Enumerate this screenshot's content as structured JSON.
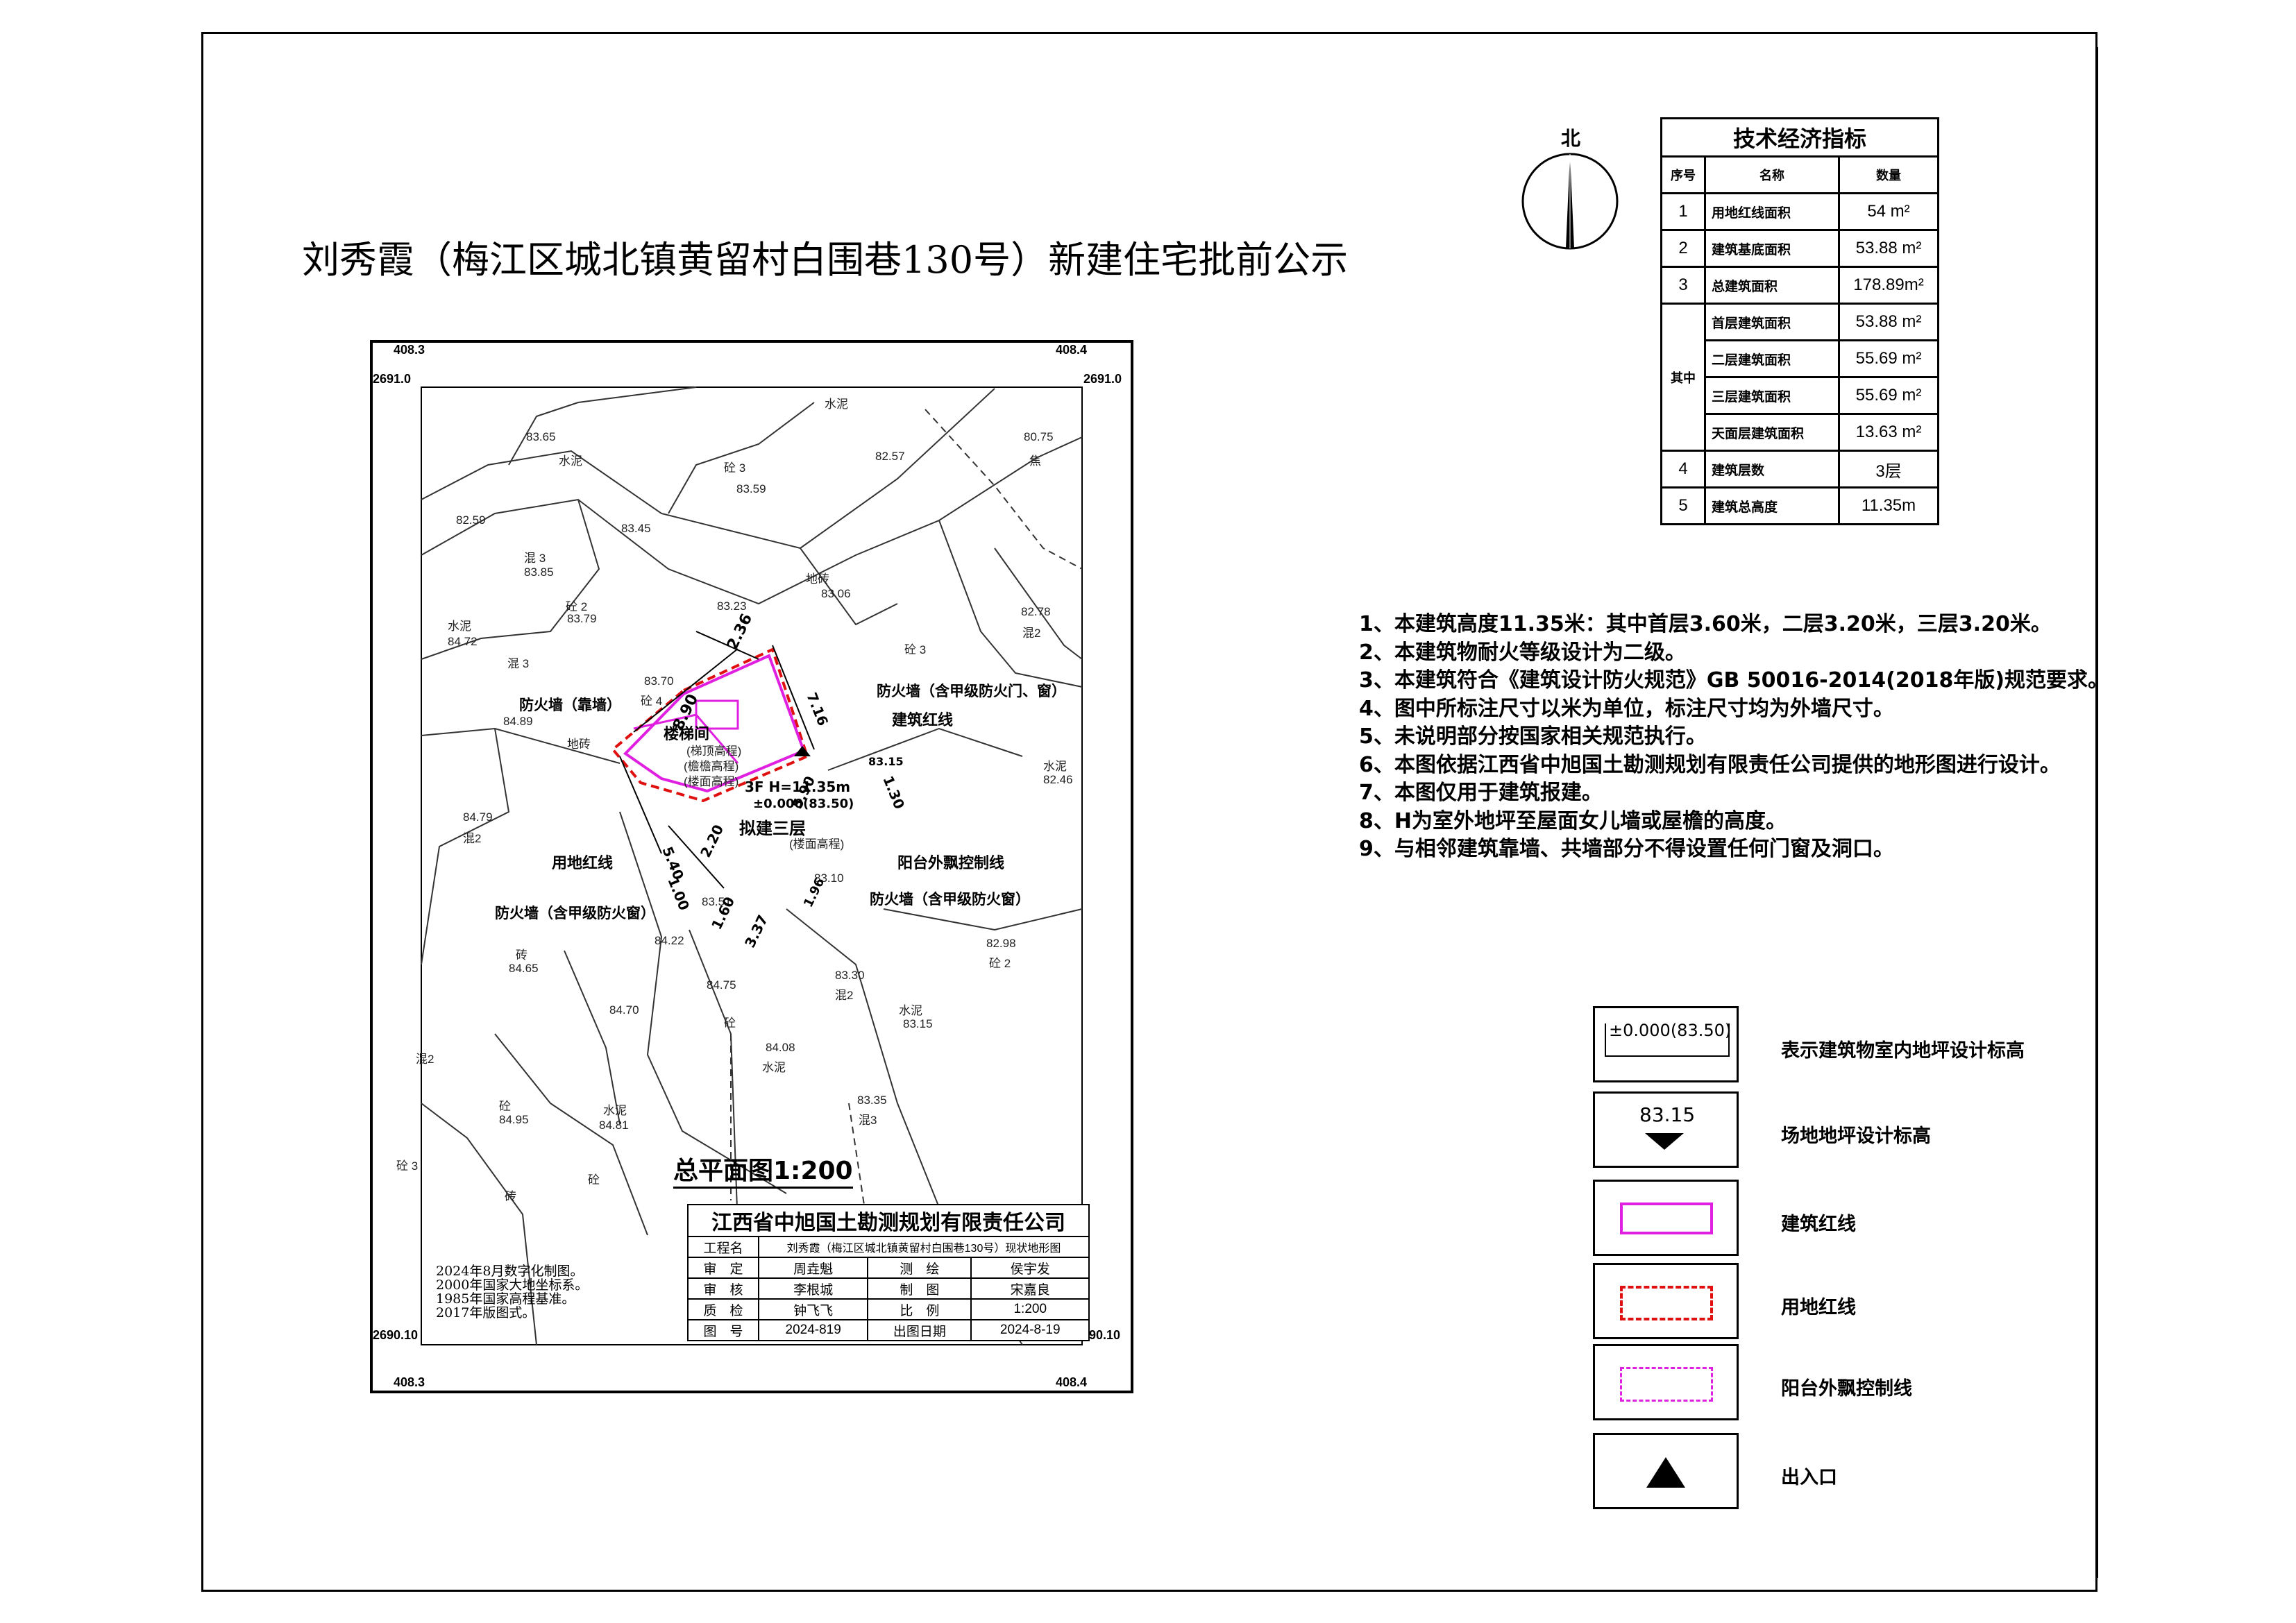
{
  "title": "刘秀霞（梅江区城北镇黄留村白围巷130号）新建住宅批前公示",
  "north_label": "北",
  "econ_table": {
    "heading": "技术经济指标",
    "col_no": "序号",
    "col_name": "名称",
    "col_value": "数量",
    "rows": [
      {
        "no": "1",
        "name": "用地红线面积",
        "value": "54 m²"
      },
      {
        "no": "2",
        "name": "建筑基底面积",
        "value": "53.88 m²"
      },
      {
        "no": "3",
        "name": "总建筑面积",
        "value": "178.89m²"
      }
    ],
    "group_label": "其中",
    "sub_rows": [
      {
        "name": "首层建筑面积",
        "value": "53.88 m²"
      },
      {
        "name": "二层建筑面积",
        "value": "55.69 m²"
      },
      {
        "name": "三层建筑面积",
        "value": "55.69 m²"
      },
      {
        "name": "天面层建筑面积",
        "value": "13.63 m²"
      }
    ],
    "tail_rows": [
      {
        "no": "4",
        "name": "建筑层数",
        "value": "3层"
      },
      {
        "no": "5",
        "name": "建筑总高度",
        "value": "11.35m"
      }
    ]
  },
  "notes": [
    "1、本建筑高度11.35米：其中首层3.60米，二层3.20米，三层3.20米。",
    "2、本建筑物耐火等级设计为二级。",
    "3、本建筑符合《建筑设计防火规范》GB 50016-2014(2018年版)规范要求。",
    "4、图中所标注尺寸以米为单位，标注尺寸均为外墙尺寸。",
    "5、未说明部分按国家相关规范执行。",
    "6、本图依据江西省中旭国土勘测规划有限责任公司提供的地形图进行设计。",
    "7、本图仅用于建筑报建。",
    "8、H为室外地坪至屋面女儿墙或屋檐的高度。",
    "9、与相邻建筑靠墙、共墙部分不得设置任何门窗及洞口。"
  ],
  "legend": [
    {
      "symbol": "±0.000(83.50)",
      "label": "表示建筑物室内地坪设计标高"
    },
    {
      "symbol": "83.15",
      "label": "场地地坪设计标高"
    },
    {
      "symbol": "",
      "label": "建筑红线"
    },
    {
      "symbol": "",
      "label": "用地红线"
    },
    {
      "symbol": "",
      "label": "阳台外飘控制线"
    },
    {
      "symbol": "",
      "label": "出入口"
    }
  ],
  "map": {
    "coords": {
      "tl_x": "408.3",
      "tr_x": "408.4",
      "top_y": "2691.0",
      "bot_y": "2690.10",
      "bl_x": "408.3",
      "br_x": "408.4"
    },
    "labels": [
      "水泥",
      "83.65",
      "水泥",
      "砼 3",
      "83.59",
      "82.57",
      "80.75",
      "焦",
      "82.59",
      "混 3",
      "83.85",
      "83.45",
      "砼 2",
      "83.79",
      "83.23",
      "83.06",
      "水泥",
      "84.72",
      "混 3",
      "82.78",
      "混2",
      "砼 3",
      "83.70",
      "砼 4",
      "84.89",
      "84.79",
      "混2",
      "水泥",
      "82.46",
      "83.51",
      "84.22",
      "砖",
      "84.65",
      "84.75",
      "83.30",
      "混2",
      "82.98",
      "砼 2",
      "84.70",
      "砼",
      "84.08",
      "水泥",
      "水泥",
      "83.15",
      "混2",
      "83.35",
      "混3",
      "砼",
      "84.95",
      "水泥",
      "84.81",
      "砼 3",
      "砼",
      "砖",
      "83.10",
      "地砖",
      "地砖"
    ],
    "annotations": {
      "stair": "楼梯间",
      "proposed": "拟建三层",
      "height": "3F H=11.35m",
      "floor_level": "±0.000(83.50)",
      "site_level": "83.15",
      "firewall_1": "防火墙（靠墙）",
      "firewall_2": "防火墙（含甲级防火门、窗）",
      "firewall_3": "防火墙（含甲级防火窗）",
      "firewall_4": "防火墙（含甲级防火窗）",
      "red_line": "建筑红线",
      "land_line": "用地红线",
      "balcony_line": "阳台外飘控制线",
      "dims": [
        "2.36",
        "8.90",
        "7.16",
        "1.30",
        "5.40",
        "2.20",
        "5.90",
        "1.00",
        "1.60",
        "3.37",
        "1.96"
      ],
      "elev_notes": [
        "(梯顶高程)",
        "(檐檐高程)",
        "(楼面高程)",
        "(楼面高程)"
      ],
      "scale": "总平面图1:200"
    }
  },
  "survey_table": {
    "company": "江西省中旭国土勘测规划有限责任公司",
    "project_label": "工程名",
    "project": "刘秀霞（梅江区城北镇黄留村白围巷130号）现状地形图",
    "rows": [
      [
        "审　定",
        "周垚魁",
        "测　绘",
        "侯宇发"
      ],
      [
        "审　核",
        "李根城",
        "制　图",
        "宋嘉良"
      ],
      [
        "质　检",
        "钟飞飞",
        "比　例",
        "1:200"
      ],
      [
        "图　号",
        "2024-819",
        "出图日期",
        "2024-8-19"
      ]
    ]
  },
  "left_note": [
    "2024年8月数字化制图。",
    "2000年国家大地坐标系。",
    "1985年国家高程基准。",
    "2017年版图式。"
  ]
}
